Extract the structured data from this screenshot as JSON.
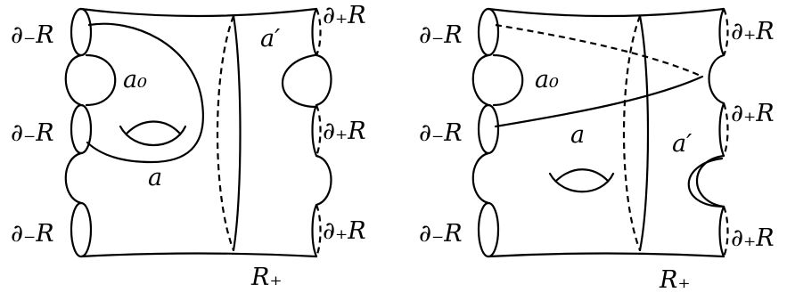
{
  "colors": {
    "ink": "#000000",
    "background": "#ffffff"
  },
  "figures": [
    {
      "id": "left",
      "labels": {
        "dminus": [
          "∂₋R",
          "∂₋R",
          "∂₋R"
        ],
        "dplus": [
          "∂₊R",
          "∂₊R",
          "∂₊R"
        ],
        "a0": "a₀",
        "a": "a",
        "aprime": "a′",
        "rplus": "R₊"
      }
    },
    {
      "id": "right",
      "labels": {
        "dminus": [
          "∂₋R",
          "∂₋R",
          "∂₋R"
        ],
        "dplus": [
          "∂₊R",
          "∂₊R",
          "∂₊R"
        ],
        "a0": "a₀",
        "a": "a",
        "aprime": "a′",
        "rplus": "R₊"
      }
    }
  ]
}
